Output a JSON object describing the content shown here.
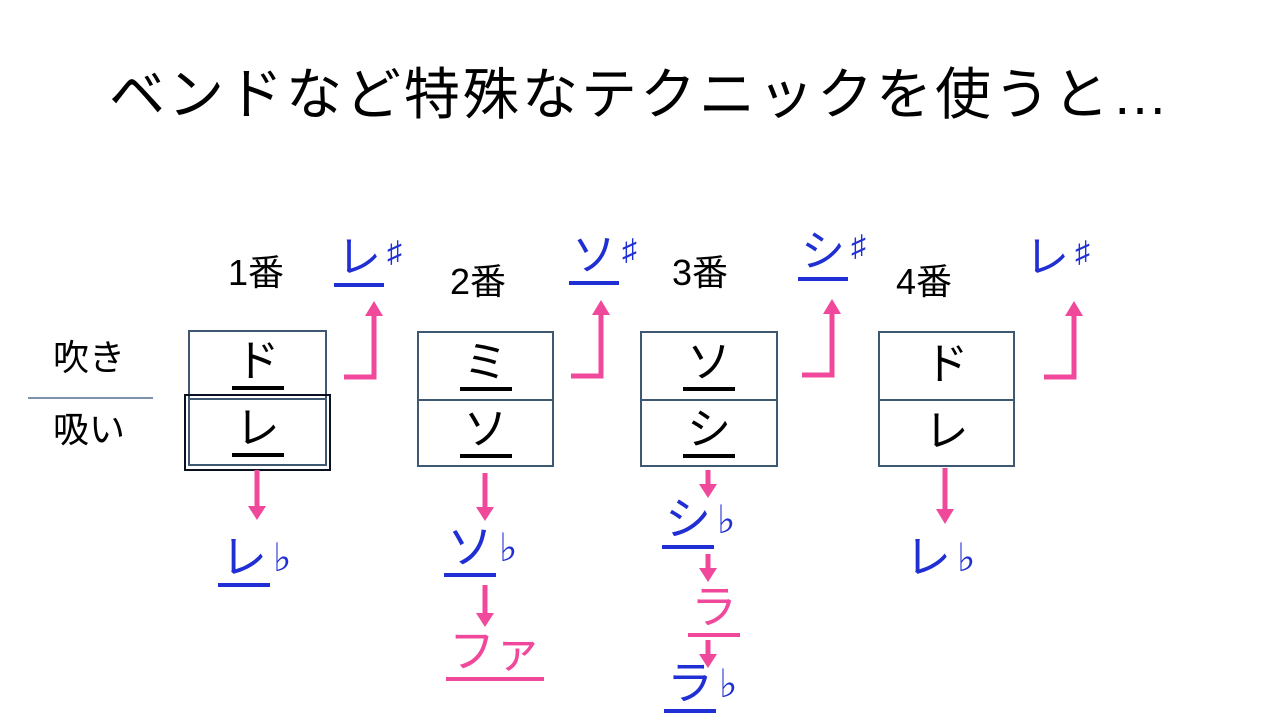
{
  "title": "ベンドなど特殊なテクニックを使うと…",
  "row_labels": {
    "blow": "吹き",
    "draw": "吸い"
  },
  "colors": {
    "pink": "#F0489A",
    "blue": "#202FD4",
    "border": "#3E5871"
  },
  "columns": [
    {
      "hole": "1番",
      "bend_up": {
        "note": "レ",
        "accidental": "♯"
      },
      "blow": {
        "note": "ド"
      },
      "draw": {
        "note": "レ"
      },
      "bends_down": [
        {
          "note": "レ",
          "accidental": "♭"
        }
      ]
    },
    {
      "hole": "2番",
      "bend_up": {
        "note": "ソ",
        "accidental": "♯"
      },
      "blow": {
        "note": "ミ"
      },
      "draw": {
        "note": "ソ"
      },
      "bends_down": [
        {
          "note": "ソ",
          "accidental": "♭"
        },
        {
          "note": "ファ",
          "accidental": ""
        }
      ]
    },
    {
      "hole": "3番",
      "bend_up": {
        "note": "シ",
        "accidental": "♯"
      },
      "blow": {
        "note": "ソ"
      },
      "draw": {
        "note": "シ"
      },
      "bends_down": [
        {
          "note": "シ",
          "accidental": "♭"
        },
        {
          "note": "ラ",
          "accidental": ""
        },
        {
          "note": "ラ",
          "accidental": "♭"
        }
      ]
    },
    {
      "hole": "4番",
      "bend_up": {
        "note": "レ",
        "accidental": "♯"
      },
      "blow": {
        "note": "ド"
      },
      "draw": {
        "note": "レ"
      },
      "bends_down": [
        {
          "note": "レ",
          "accidental": "♭"
        }
      ]
    }
  ]
}
